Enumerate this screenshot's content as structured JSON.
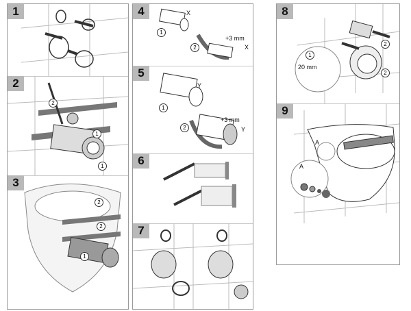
{
  "steps": [
    {
      "number": "1"
    },
    {
      "number": "2"
    },
    {
      "number": "3"
    },
    {
      "number": "4",
      "labels": {
        "part1": "1",
        "part2": "2",
        "x1": "X",
        "offset": "+3 mm",
        "x2": "X"
      }
    },
    {
      "number": "5",
      "labels": {
        "part1": "1",
        "part2": "2",
        "y1": "Y",
        "offset": "+3 mm",
        "y2": "Y"
      }
    },
    {
      "number": "6"
    },
    {
      "number": "7"
    },
    {
      "number": "8",
      "labels": {
        "part1": "1",
        "distance": "20 mm",
        "part2a": "2",
        "part2b": "2"
      }
    },
    {
      "number": "9",
      "labels": {
        "a1": "A",
        "a2": "A"
      }
    }
  ],
  "callouts": {
    "step2_a": "2",
    "step2_b": "1",
    "step2_c": "1",
    "step3_a": "2",
    "step3_b": "2",
    "step3_c": "1"
  },
  "colors": {
    "badge": "#b9b9b9",
    "border": "#9a9a9a"
  }
}
